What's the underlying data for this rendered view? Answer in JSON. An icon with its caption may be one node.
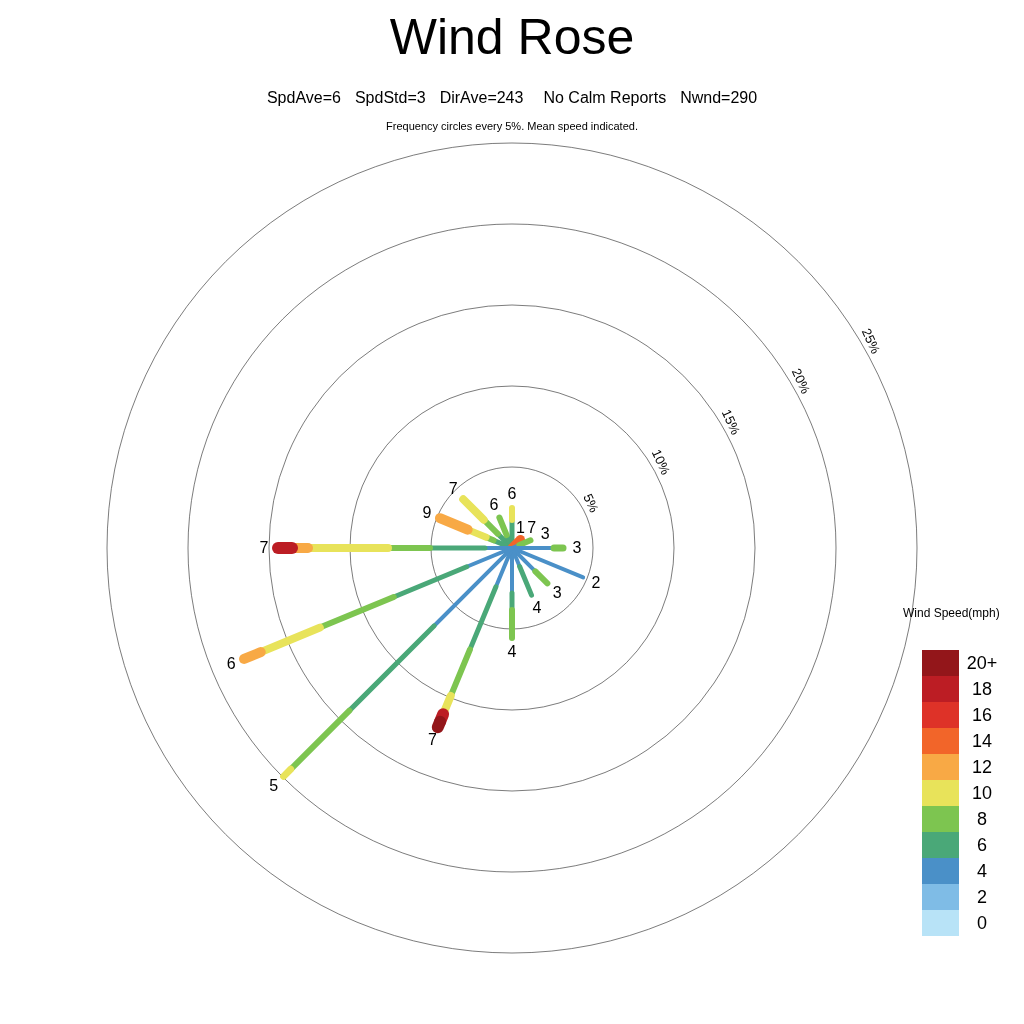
{
  "diagram": {
    "title": "Wind Rose",
    "labels": [
      "SpdAve=6",
      "SpdStd=3",
      "DirAve=243",
      "No Calm Reports",
      "Nwnd=290",
      "Frequency circles every 5%. Mean speed indicated.",
      "5%",
      "10%",
      "15%",
      "20%",
      "25%",
      "7",
      "6",
      "9",
      "6",
      "1",
      "7",
      "3",
      "7",
      "3",
      "2",
      "3",
      "4",
      "4",
      "6",
      "7",
      "5",
      "Wind Speed(mph)"
    ],
    "legend": [
      {
        "text": "20+",
        "color": "#93161a"
      },
      {
        "text": "18",
        "color": "#bc1d24"
      },
      {
        "text": "16",
        "color": "#de3228"
      },
      {
        "text": "14",
        "color": "#f26529"
      },
      {
        "text": "12",
        "color": "#f8a945"
      },
      {
        "text": "10",
        "color": "#e8e35a"
      },
      {
        "text": "8",
        "color": "#7dc550"
      },
      {
        "text": "6",
        "color": "#4aa878"
      },
      {
        "text": "4",
        "color": "#4a90c8"
      },
      {
        "text": "2",
        "color": "#7fbce6"
      },
      {
        "text": "0",
        "color": "#b8e3f7"
      }
    ]
  }
}
